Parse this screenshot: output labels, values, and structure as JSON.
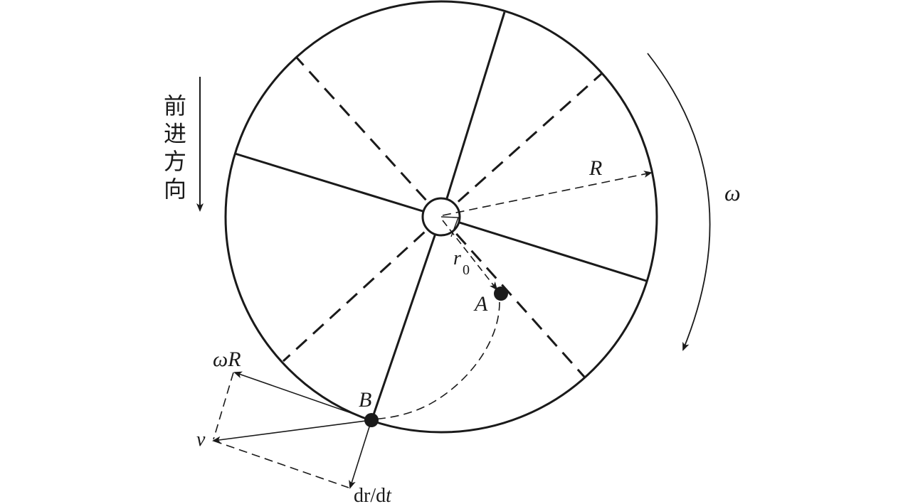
{
  "diagram": {
    "direction_label": [
      "前",
      "进",
      "方",
      "向"
    ],
    "labels": {
      "R": "R",
      "omega": "ω",
      "r0_base": "r",
      "r0_sub": "0",
      "A": "A",
      "B": "B",
      "omegaR_w": "ω",
      "omegaR_R": "R",
      "v": "v",
      "drdt_1": "dr/d",
      "drdt_2": "t"
    },
    "colors": {
      "ink": "#1a1a1a",
      "background": "#ffffff"
    }
  }
}
